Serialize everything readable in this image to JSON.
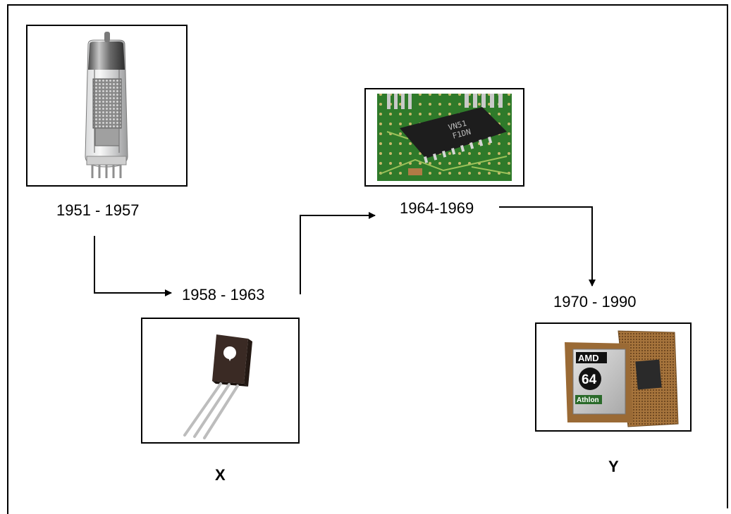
{
  "stages": [
    {
      "period": "1951 - 1957",
      "image": "vacuum-tube"
    },
    {
      "period": "1958 - 1963",
      "image": "transistor",
      "marker": "X"
    },
    {
      "period": "1964-1969",
      "image": "integrated-circuit"
    },
    {
      "period": "1970 - 1990",
      "image": "amd-athlon-64-microprocessor",
      "marker": "Y"
    }
  ],
  "chip_texts": {
    "ic_marking": [
      "VN51",
      "F1DN"
    ],
    "amd_brand": "AMD",
    "amd_model": "64",
    "amd_name": "Athlon"
  }
}
